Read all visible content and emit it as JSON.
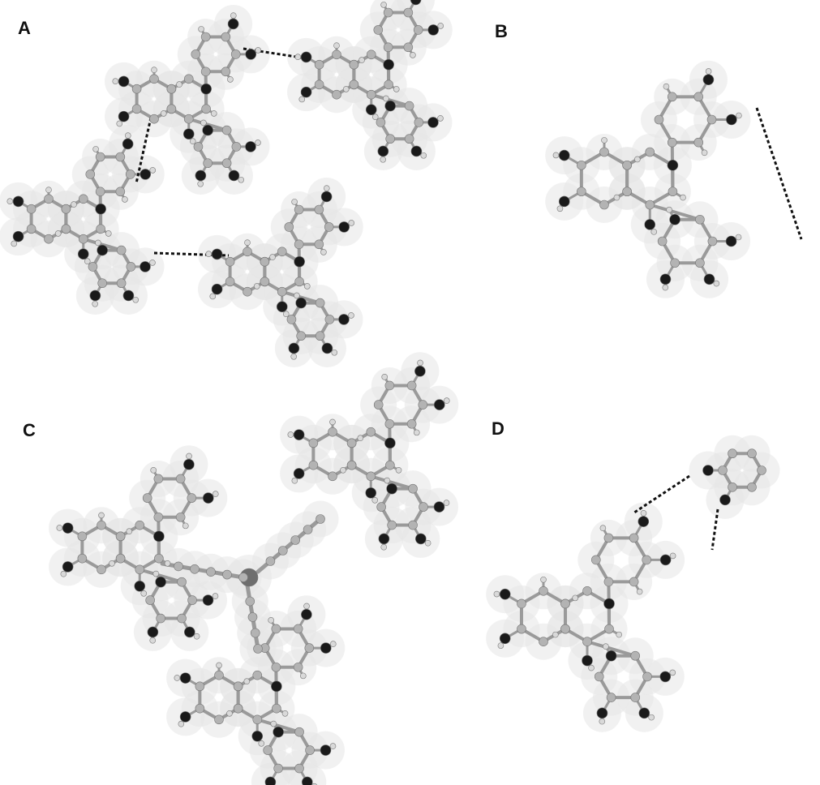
{
  "panels": [
    {
      "id": "A",
      "label": "A"
    },
    {
      "id": "B",
      "label": "B"
    },
    {
      "id": "C",
      "label": "C"
    },
    {
      "id": "D",
      "label": "D"
    }
  ],
  "colors": {
    "carbon": "#b3b3b3",
    "oxygen": "#1a1a1a",
    "hydrogen": "#d9d9d9",
    "metal": "#6e6e6e",
    "bond": "#9a9a9a",
    "hbond": "#111111",
    "surface": "#e6e6e6"
  }
}
